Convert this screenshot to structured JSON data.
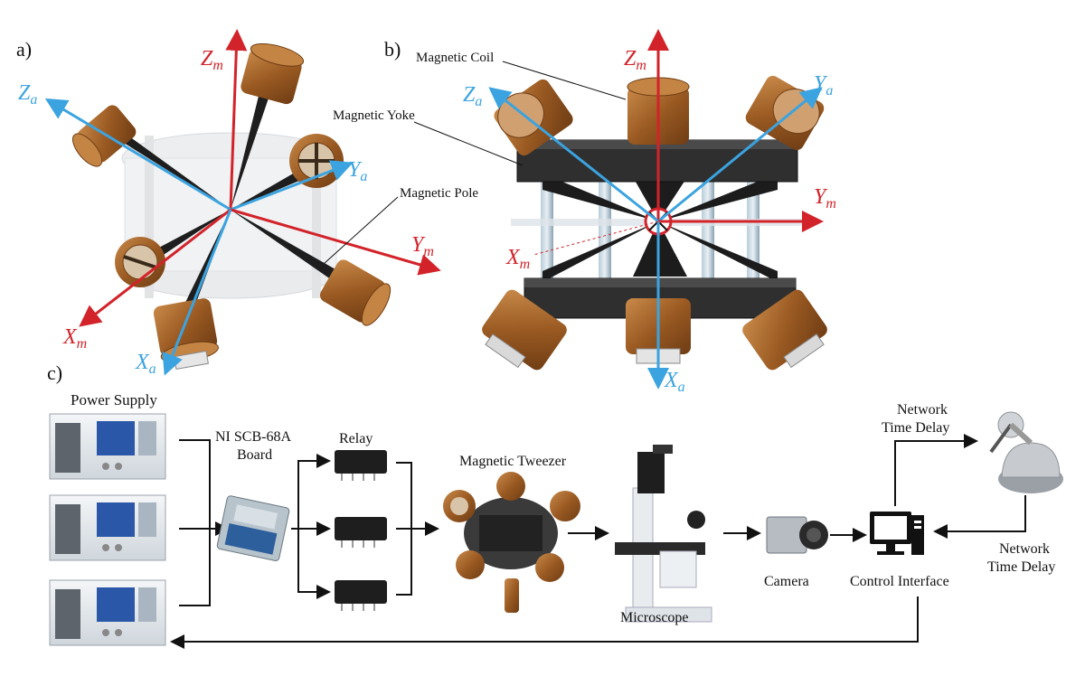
{
  "panels": {
    "a": "a)",
    "b": "b)",
    "c": "c)"
  },
  "colors": {
    "blue_axis": "#3ba3e0",
    "red_axis": "#d3232a",
    "coil_bronze": "#a5652b",
    "yoke_dark": "#2f2f2f",
    "rod_steel": "#9fb6c4"
  },
  "panel_a_axes": {
    "Za": {
      "main": "Z",
      "sub": "a"
    },
    "Zm": {
      "main": "Z",
      "sub": "m"
    },
    "Ya": {
      "main": "Y",
      "sub": "a"
    },
    "Ym": {
      "main": "Y",
      "sub": "m"
    },
    "Xm": {
      "main": "X",
      "sub": "m"
    },
    "Xa": {
      "main": "X",
      "sub": "a"
    }
  },
  "panel_b_axes": {
    "Za": {
      "main": "Z",
      "sub": "a"
    },
    "Zm": {
      "main": "Z",
      "sub": "m"
    },
    "Ya": {
      "main": "Y",
      "sub": "a"
    },
    "Ym": {
      "main": "Y",
      "sub": "m"
    },
    "Xm": {
      "main": "X",
      "sub": "m"
    },
    "Xa": {
      "main": "X",
      "sub": "a"
    }
  },
  "annotations": {
    "magnetic_coil": "Magnetic Coil",
    "magnetic_yoke": "Magnetic Yoke",
    "magnetic_pole": "Magnetic Pole"
  },
  "flow": {
    "power_supply": "Power Supply",
    "ni_board_line1": "NI SCB-68A",
    "ni_board_line2": "Board",
    "relay": "Relay",
    "magnetic_tweezer": "Magnetic Tweezer",
    "microscope": "Microscope",
    "camera": "Camera",
    "control_interface": "Control Interface",
    "delay_top_line1": "Network",
    "delay_top_line2": "Time Delay",
    "delay_bottom_line1": "Network",
    "delay_bottom_line2": "Time Delay"
  }
}
